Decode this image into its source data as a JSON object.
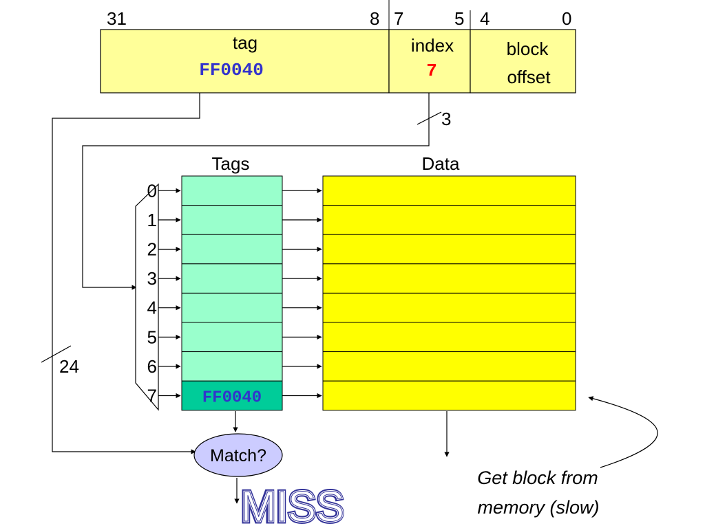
{
  "address": {
    "bits": {
      "b31": "31",
      "b8": "8",
      "b7": "7",
      "b5": "5",
      "b4": "4",
      "b0": "0"
    },
    "tag": {
      "label": "tag",
      "value": "FF0040"
    },
    "index": {
      "label": "index",
      "value": "7"
    },
    "offset": {
      "line1": "block",
      "line2": "offset"
    }
  },
  "wires": {
    "index_width": "3",
    "tag_width": "24"
  },
  "cache": {
    "tags_header": "Tags",
    "data_header": "Data",
    "rows": [
      "0",
      "1",
      "2",
      "3",
      "4",
      "5",
      "6",
      "7"
    ],
    "matched_tag": "FF0040"
  },
  "compare": {
    "label": "Match?",
    "result": "MISS"
  },
  "annotation": {
    "line1": "Get block from",
    "line2": "memory (slow)"
  },
  "colors": {
    "address_fill": "#ffff99",
    "tag_fill": "#99ffcc",
    "tag_match_fill": "#00cc99",
    "data_fill": "#ffff00",
    "match_fill": "#ccccff",
    "tag_value": "#3333cc",
    "index_value": "#ff0000",
    "miss_outline": "#333399"
  }
}
